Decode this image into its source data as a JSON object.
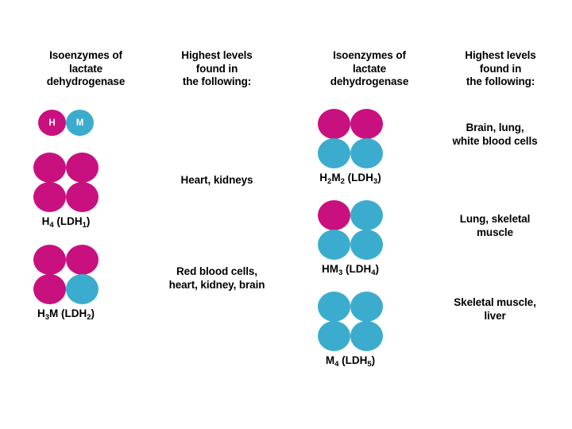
{
  "colors": {
    "h_subunit": "#c9107f",
    "m_subunit": "#3cacce",
    "text": "#000000",
    "background": "#ffffff"
  },
  "headers": {
    "left_enzymes": "Isoenzymes of\nlactate\ndehydrogenase",
    "left_tissues": "Highest levels\nfound in\nthe following:",
    "right_enzymes": "Isoenzymes of\nlactate\ndehydrogenase",
    "right_tissues": "Highest levels\nfound in\nthe following:"
  },
  "legend": {
    "h_label": "H",
    "m_label": "M"
  },
  "isoenzymes": [
    {
      "id": "ldh1",
      "label_main": "H",
      "label_sub1": "4",
      "label_mid": " (LDH",
      "label_sub2": "1",
      "label_end": ")",
      "subunits": [
        "H",
        "H",
        "H",
        "H"
      ],
      "tissues": "Heart, kidneys"
    },
    {
      "id": "ldh2",
      "label_main": "H",
      "label_sub1": "3",
      "label_mid": "M (LDH",
      "label_sub2": "2",
      "label_end": ")",
      "subunits": [
        "H",
        "H",
        "H",
        "M"
      ],
      "tissues": "Red blood cells,\nheart, kidney, brain"
    },
    {
      "id": "ldh3",
      "label_main": "H",
      "label_sub1": "2",
      "label_mid": "M",
      "label_sub1b": "2",
      "label_mid2": " (LDH",
      "label_sub2": "3",
      "label_end": ")",
      "subunits": [
        "H",
        "H",
        "M",
        "M"
      ],
      "tissues": "Brain, lung,\nwhite blood cells"
    },
    {
      "id": "ldh4",
      "label_main": "HM",
      "label_sub1": "3",
      "label_mid": " (LDH",
      "label_sub2": "4",
      "label_end": ")",
      "subunits": [
        "H",
        "M",
        "M",
        "M"
      ],
      "tissues": "Lung, skeletal\nmuscle"
    },
    {
      "id": "ldh5",
      "label_main": "M",
      "label_sub1": "4",
      "label_mid": " (LDH",
      "label_sub2": "5",
      "label_end": ")",
      "subunits": [
        "M",
        "M",
        "M",
        "M"
      ],
      "tissues": "Skeletal muscle,\nliver"
    }
  ]
}
